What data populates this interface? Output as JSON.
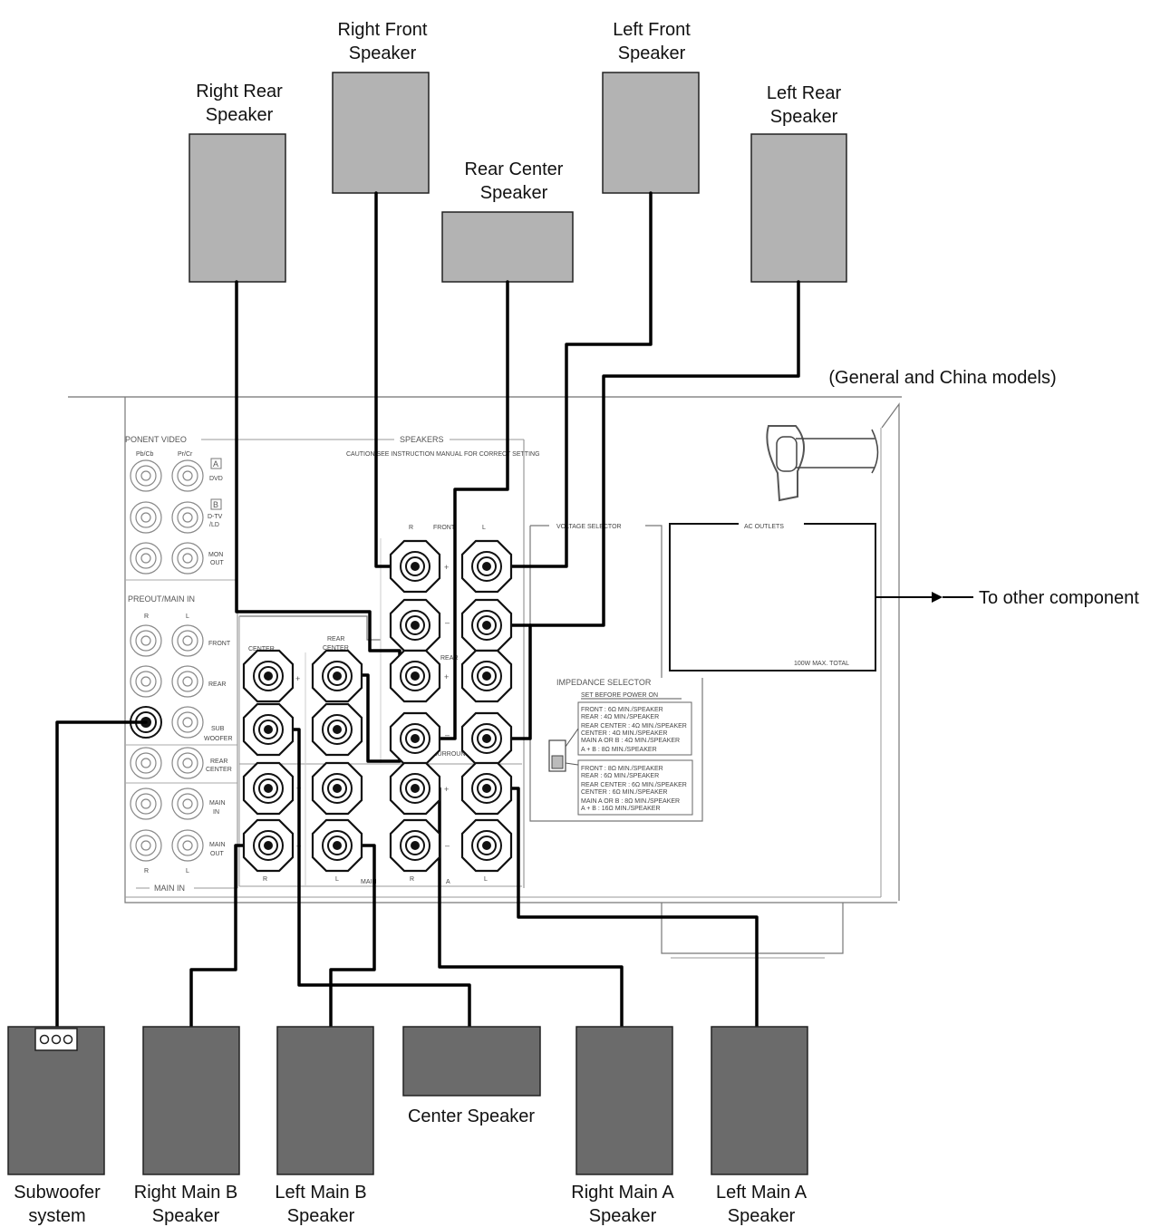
{
  "speakers_top": {
    "right_rear": [
      "Right Rear",
      "Speaker"
    ],
    "right_front": [
      "Right Front",
      "Speaker"
    ],
    "rear_center": [
      "Rear Center",
      "Speaker"
    ],
    "left_front": [
      "Left Front",
      "Speaker"
    ],
    "left_rear": [
      "Left Rear",
      "Speaker"
    ]
  },
  "speakers_bottom": {
    "subwoofer": [
      "Subwoofer",
      "system"
    ],
    "right_main_b": [
      "Right Main B",
      "Speaker"
    ],
    "left_main_b": [
      "Left Main B",
      "Speaker"
    ],
    "center": [
      "Center Speaker"
    ],
    "right_main_a": [
      "Right Main A",
      "Speaker"
    ],
    "left_main_a": [
      "Left Main A",
      "Speaker"
    ]
  },
  "model_note": "(General and China models)",
  "other_component": "To other component",
  "panel": {
    "component_video": "PONENT VIDEO",
    "pb_cb": "Pb/Cb",
    "pr_cr": "Pr/Cr",
    "box_a": "A",
    "box_b": "B",
    "dvd": "DVD",
    "dtv_1": "D-TV",
    "dtv_2": "/LD",
    "mon_1": "MON",
    "mon_2": "OUT",
    "preout_main_in": "PREOUT/MAIN IN",
    "r_mark": "R",
    "l_mark": "L",
    "front": "FRONT",
    "rear": "REAR",
    "sub_1": "SUB",
    "sub_2": "WOOFER",
    "rear_center_1": "REAR",
    "rear_center_2": "CENTER",
    "main_in_1": "MAIN",
    "main_in_2": "IN",
    "main_out_1": "MAIN",
    "main_out_2": "OUT",
    "main_in_footer": "MAIN IN",
    "speakers_title": "SPEAKERS",
    "caution": "CAUTION:SEE INSTRUCTION MANUAL FOR CORRECT SETTING",
    "front_group": "FRONT",
    "center_group": "CENTER",
    "rear_center_group_1": "REAR",
    "rear_center_group_2": "CENTER",
    "rear_group": "REAR",
    "surround": "SURROUND",
    "main_group": "MAIN",
    "a_mark": "A",
    "plus": "+",
    "minus": "–",
    "voltage_selector": "VOLTAGE SELECTOR",
    "ac_outlets": "AC OUTLETS",
    "ac_max": "100W MAX. TOTAL",
    "impedance_selector": "IMPEDANCE SELECTOR",
    "set_before": "SET BEFORE POWER ON",
    "imp_upper": [
      "FRONT : 6Ω MIN./SPEAKER",
      "REAR : 4Ω MIN./SPEAKER",
      "REAR CENTER : 4Ω MIN./SPEAKER",
      "CENTER : 4Ω MIN./SPEAKER",
      "MAIN A OR B : 4Ω MIN./SPEAKER",
      "A + B : 8Ω MIN./SPEAKER"
    ],
    "imp_lower": [
      "FRONT : 8Ω MIN./SPEAKER",
      "REAR : 6Ω MIN./SPEAKER",
      "REAR CENTER : 6Ω MIN./SPEAKER",
      "CENTER : 6Ω MIN./SPEAKER",
      "MAIN A OR B : 8Ω MIN./SPEAKER",
      "A + B : 16Ω MIN./SPEAKER"
    ]
  },
  "colors": {
    "top_speaker": "#b3b3b3",
    "bottom_speaker": "#6b6b6b",
    "wire": "#000000"
  }
}
